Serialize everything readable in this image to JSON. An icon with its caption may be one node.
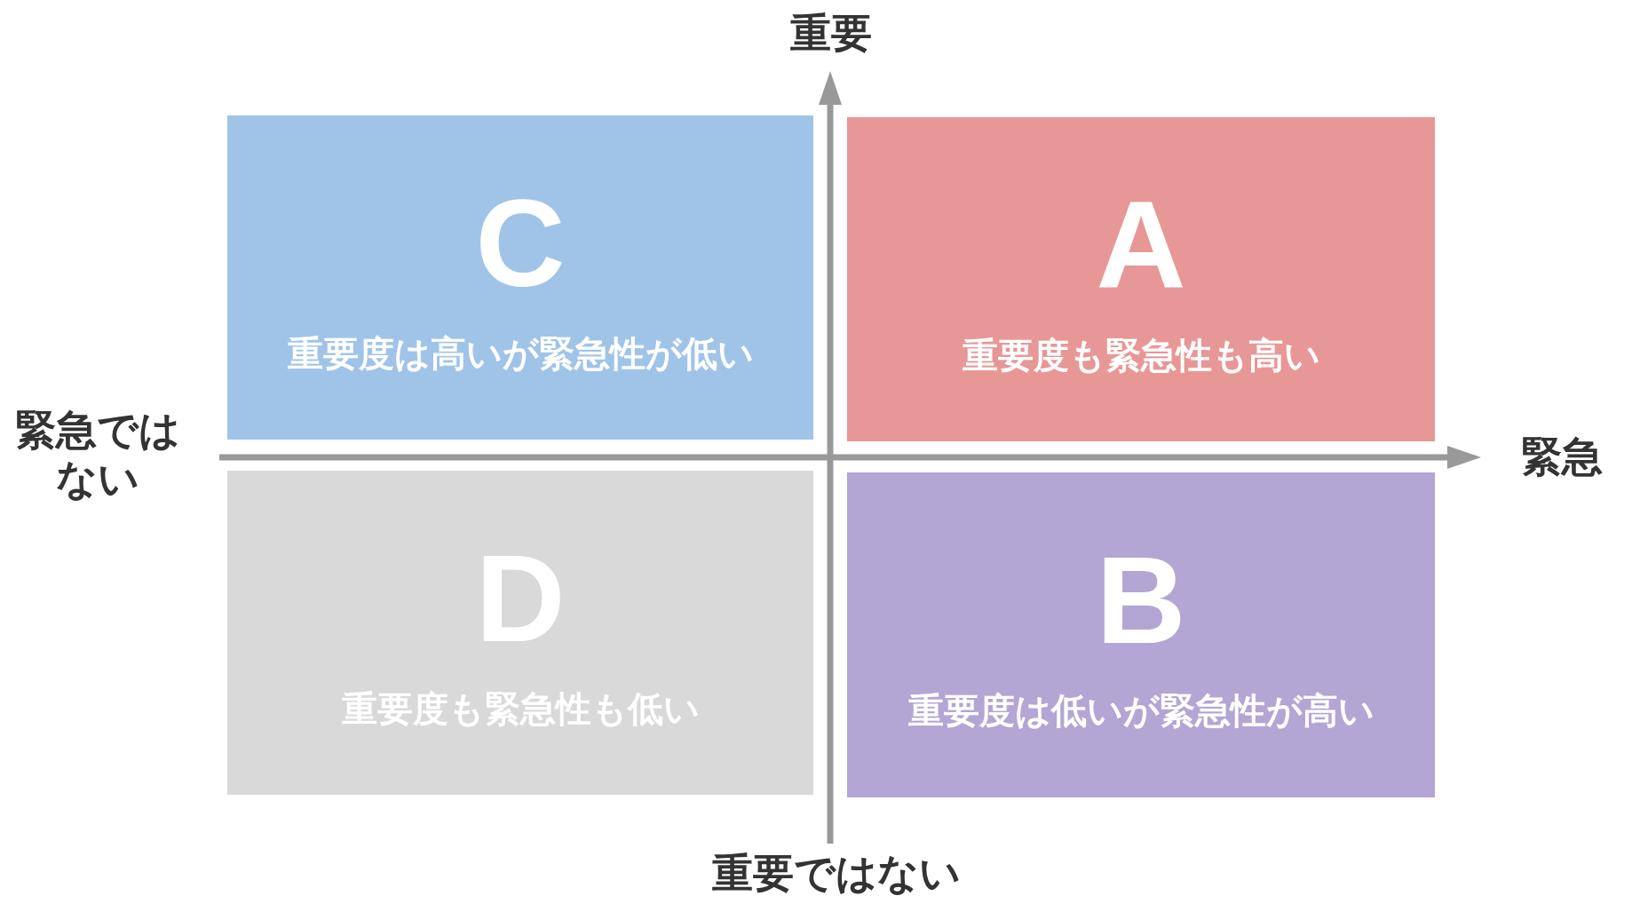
{
  "diagram": {
    "nodes": [
      {
        "text": [
          "C",
          "重要度は高いが緊急性が低い"
        ]
      },
      {
        "text": [
          "A",
          "重要度も緊急性も高い"
        ]
      },
      {
        "text": [
          "D",
          "重要度も緊急性も低い"
        ]
      },
      {
        "text": [
          "B",
          "重要度は低いが緊急性が高い"
        ]
      }
    ],
    "edges": [],
    "labels": [
      "重要",
      "緊急ではない",
      "緊急",
      "重要ではない"
    ]
  }
}
